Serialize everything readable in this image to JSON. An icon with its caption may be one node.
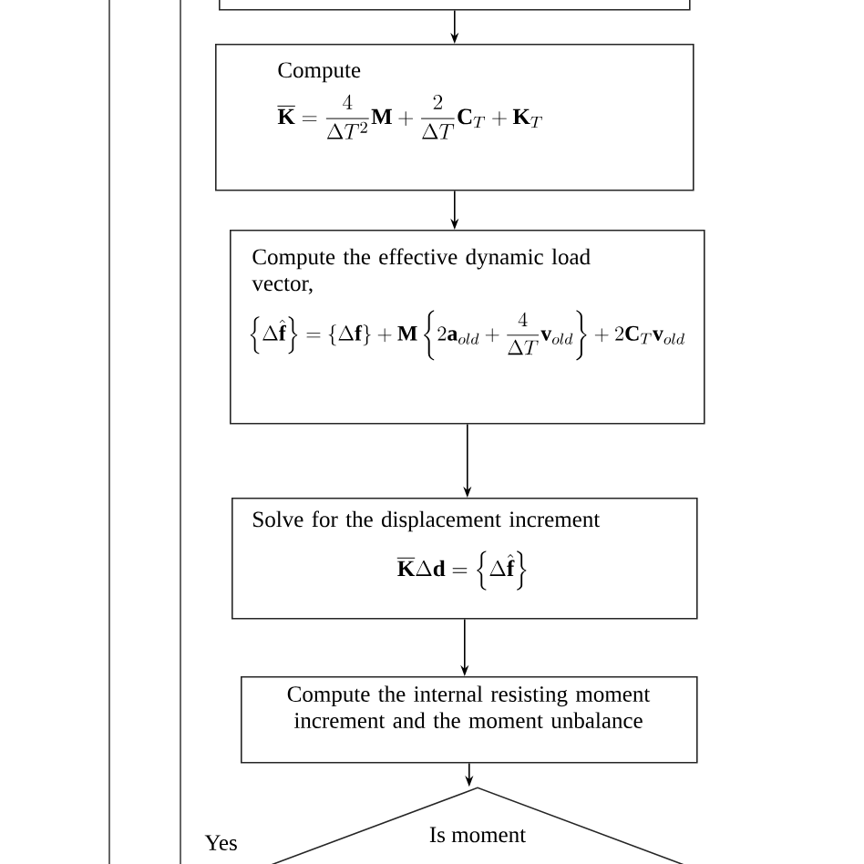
{
  "diagram": {
    "nodes": [
      {
        "text": [],
        "shape": "box"
      },
      {
        "text": [
          "Compute",
          "\\overline{\\mathbf{K}}=\\frac{4}{\\Delta T^{2}}\\mathbf{M}+\\frac{2}{\\Delta T}\\mathbf{C}_{T}+\\mathbf{K}_{T}"
        ]
      },
      {
        "text": [
          "Compute the effective dynamic load vector,",
          "\\left\\{\\Delta\\hat{\\mathbf{f}}\\right\\}=\\left\\{\\Delta\\mathbf{f}\\right\\}+\\mathbf{M}\\left\\{2\\mathbf{a}_{old}+\\frac{4}{\\Delta T}\\mathbf{v}_{old}\\right\\}+2\\mathbf{C}_{T}\\mathbf{v}_{old}"
        ]
      },
      {
        "text": [
          "Solve for the displacement increment",
          "\\overline{\\mathbf{K}}\\Delta\\mathbf{d}=\\left\\{\\Delta\\hat{\\mathbf{f}}\\right\\}"
        ]
      },
      {
        "text": [
          "Compute the internal resisting moment increment and the moment unbalance"
        ]
      },
      {
        "text": [
          "Is moment"
        ]
      }
    ],
    "edges": [
      {
        "from": 0,
        "to": 1,
        "arrow": "to"
      },
      {
        "from": 1,
        "to": 2,
        "arrow": "to"
      },
      {
        "from": 2,
        "to": 3,
        "arrow": "to"
      },
      {
        "from": 3,
        "to": 4,
        "arrow": "to"
      },
      {
        "from": 4,
        "to": 5,
        "arrow": "to"
      }
    ],
    "labels": [
      "Yes"
    ]
  }
}
